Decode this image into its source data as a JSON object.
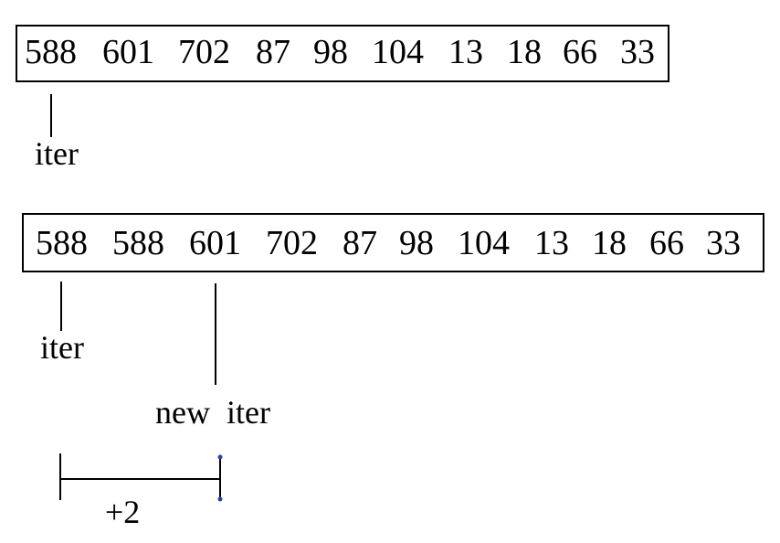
{
  "array_before": {
    "cells": [
      "588",
      "601",
      "702",
      "87",
      "98",
      "104",
      "13",
      "18",
      "66",
      "33"
    ],
    "pointer_label": "iter"
  },
  "array_after": {
    "cells": [
      "588",
      "588",
      "601",
      "702",
      "87",
      "98",
      "104",
      "13",
      "18",
      "66",
      "33"
    ],
    "pointer_label": "iter",
    "new_pointer_label": "new  iter"
  },
  "offset_label": "+2",
  "colors": {
    "stroke": "#000000",
    "endpoint_dot": "#2f3fb0"
  }
}
